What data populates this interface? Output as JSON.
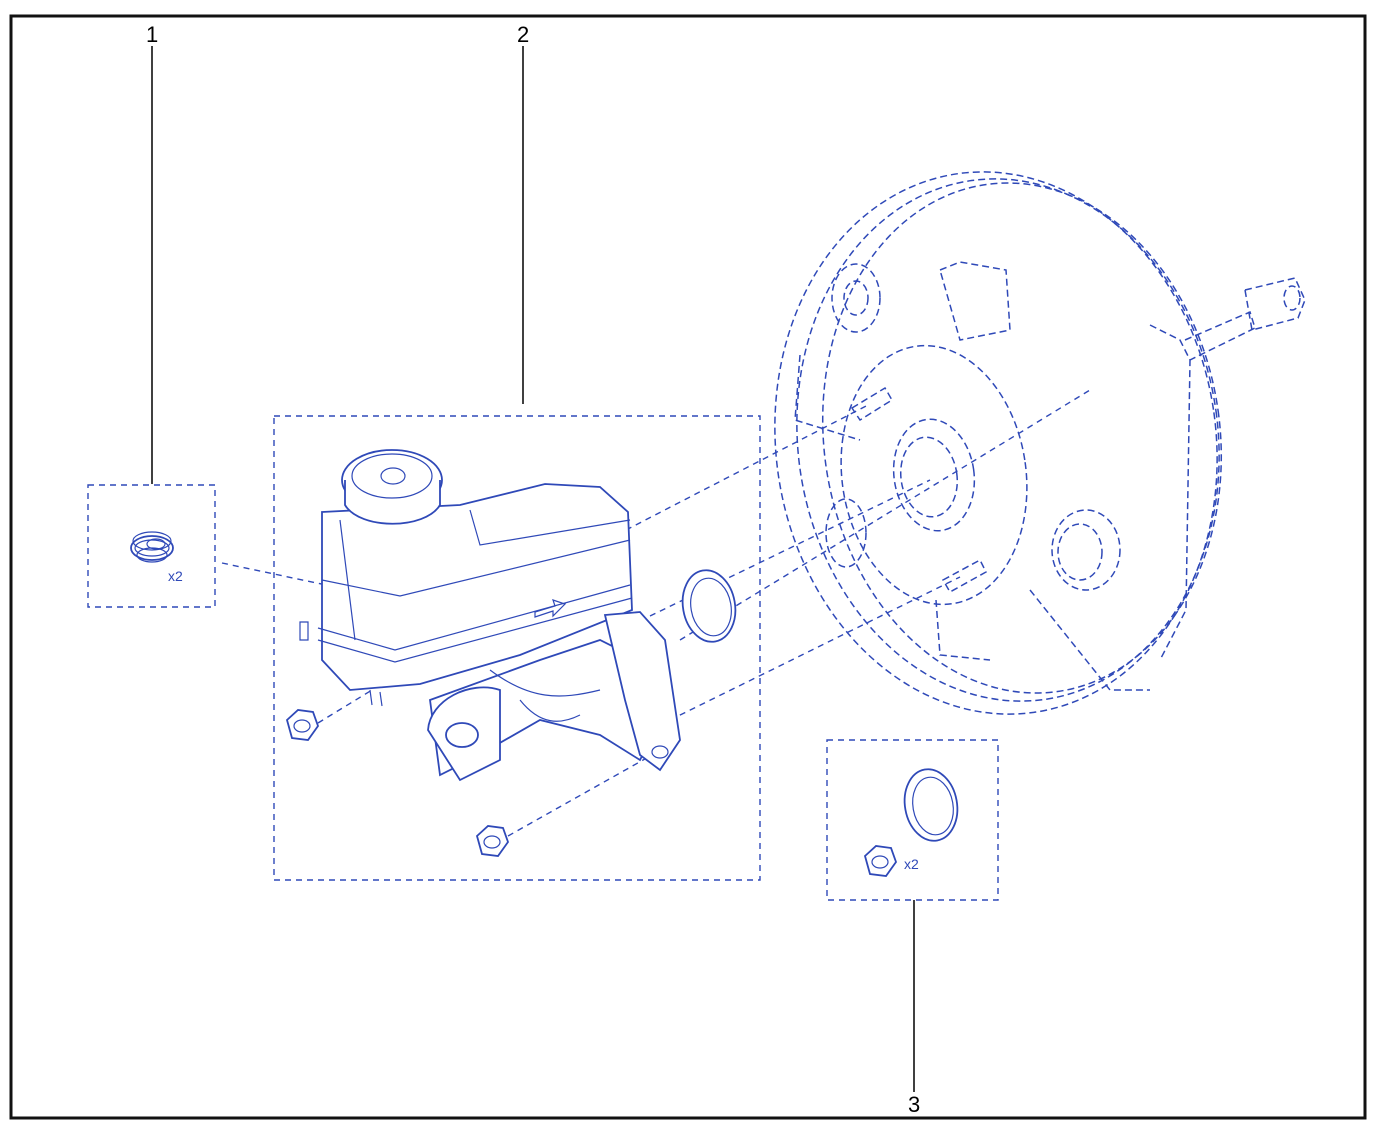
{
  "colors": {
    "line": "#2f49b8",
    "frame": "#111111",
    "callout": "#000000"
  },
  "callouts": [
    {
      "number": "1"
    },
    {
      "number": "2"
    },
    {
      "number": "3"
    }
  ],
  "kits": {
    "kit1": {
      "quantity": "x2"
    },
    "kit3": {
      "quantity": "x2"
    }
  }
}
